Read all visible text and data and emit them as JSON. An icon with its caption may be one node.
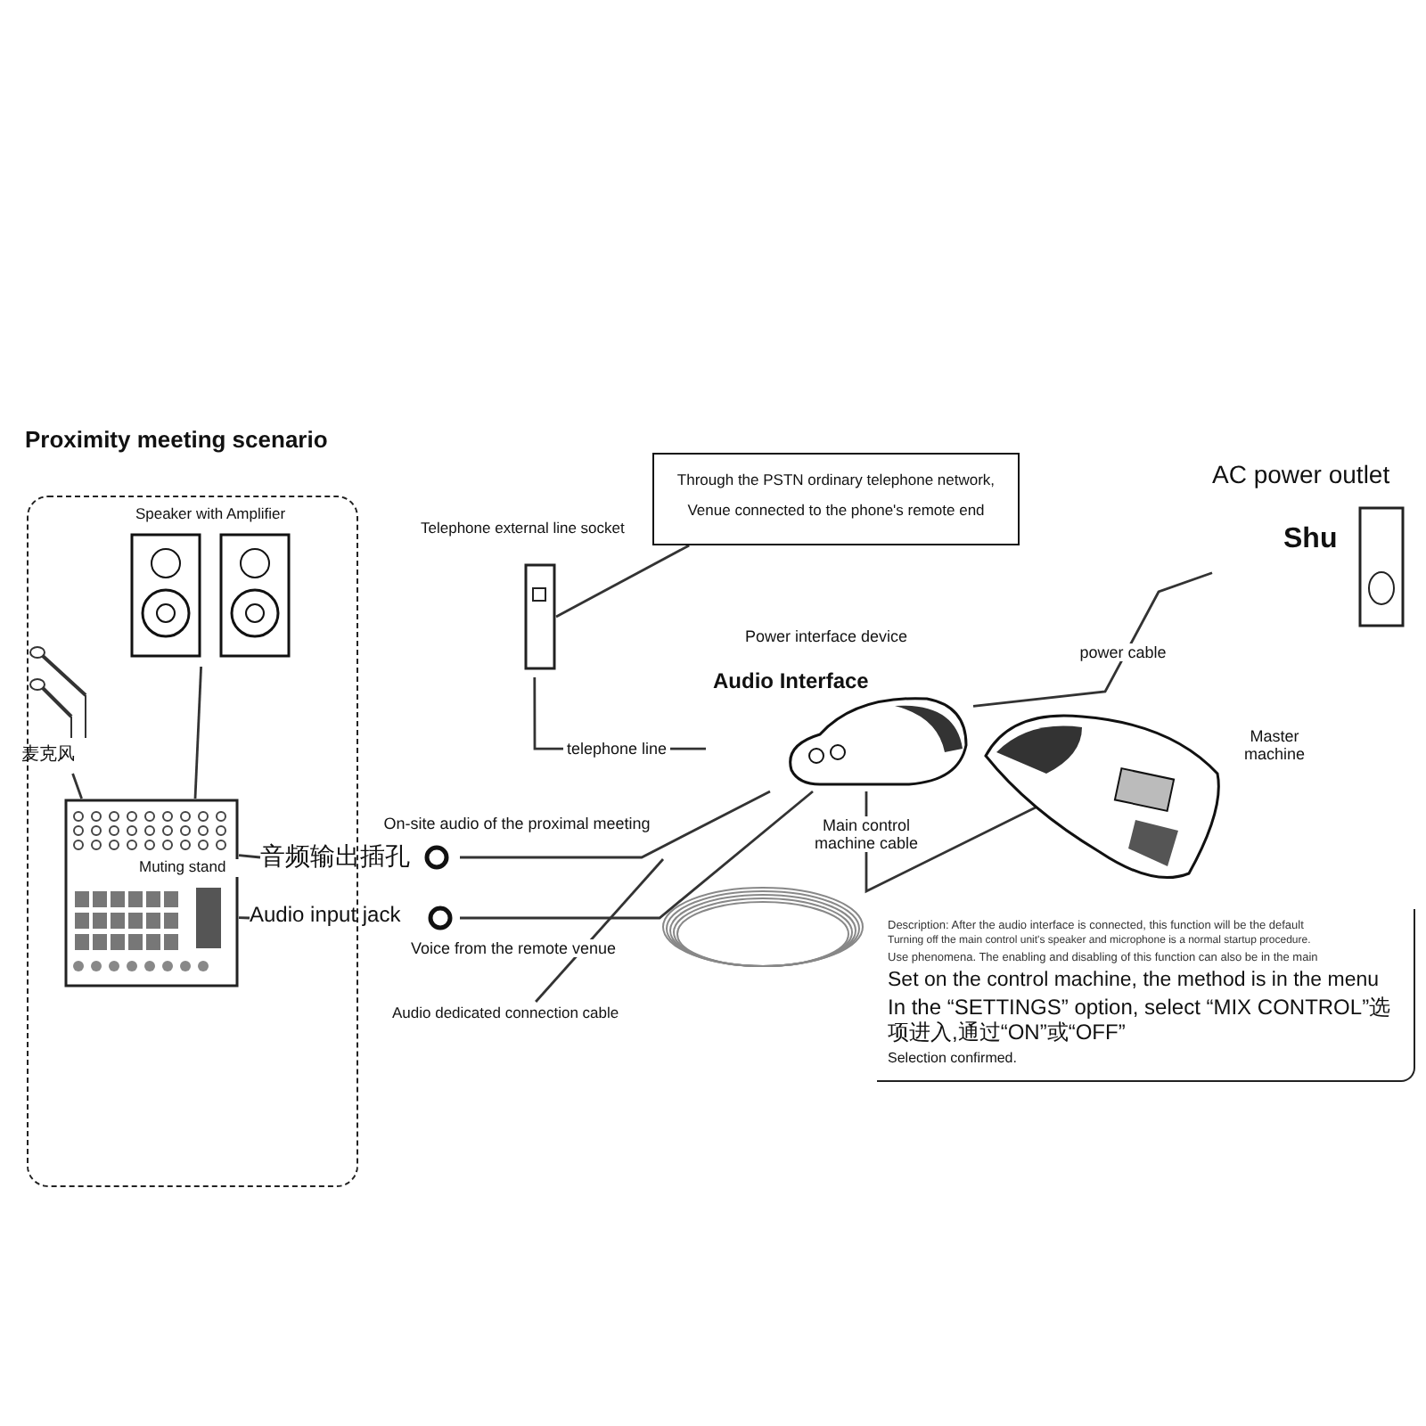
{
  "diagram": {
    "nodes": [
      {
        "text": [
          "Proximity meeting scenario"
        ]
      },
      {
        "text": [
          "Speaker with Amplifier"
        ],
        "in": 0
      },
      {
        "text": [
          "麦克风"
        ],
        "in": 0
      },
      {
        "text": [
          "Muting stand"
        ],
        "in": 0
      },
      {
        "text": [
          "Telephone external line socket"
        ]
      },
      {
        "text": [
          "Through the PSTN ordinary telephone network, Venue connected to the phone's remote end"
        ]
      },
      {
        "text": [
          "Power interface device",
          "Audio Interface"
        ]
      },
      {
        "text": [
          "AC power outlet",
          "Shu"
        ]
      },
      {
        "text": [
          "Master machine"
        ]
      },
      {
        "text": [
          "Description: After the audio interface is connected, this function will be the default",
          "Turning off the main control unit's speaker and microphone is a normal startup procedure.",
          "Use phenomena. The enabling and disabling of this function can also be in the main",
          "Set on the control machine, the method is in the menu",
          "In the “SETTINGS” option, select “MIX CONTROL”选项进入,通过“ON”或“OFF”",
          "Selection confirmed."
        ]
      },
      {
        "text": [
          "音频输出插孔"
        ]
      },
      {
        "text": [
          "Audio input jack"
        ]
      },
      {
        "text": [
          "Audio dedicated connection cable"
        ]
      }
    ],
    "edges": [
      {
        "from": 5,
        "to": 4,
        "arrow": "none"
      },
      {
        "from": 1,
        "to": 3,
        "arrow": "none"
      },
      {
        "from": 2,
        "to": 3,
        "arrow": "none"
      },
      {
        "from": 3,
        "to": 10,
        "arrow": "none"
      },
      {
        "from": 3,
        "to": 11,
        "arrow": "none"
      },
      {
        "from": 10,
        "to": 6,
        "label": "On-site audio of the proximal meeting",
        "arrow": "none"
      },
      {
        "from": 11,
        "to": 6,
        "label": "Voice from the remote venue",
        "arrow": "none"
      },
      {
        "from": 4,
        "to": 6,
        "label": "telephone line",
        "arrow": "none"
      },
      {
        "from": 7,
        "to": 6,
        "label": "power cable",
        "arrow": "none"
      },
      {
        "from": 6,
        "to": 8,
        "label": "Main control machine cable",
        "arrow": "none"
      },
      {
        "from": 12,
        "to": null,
        "arrow": "none"
      }
    ]
  }
}
